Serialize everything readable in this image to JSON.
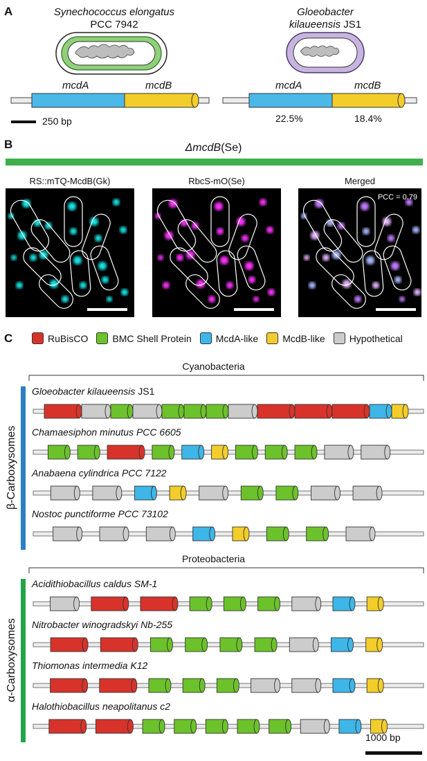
{
  "panelA": {
    "letter": "A",
    "org1_name": "Synechococcus elongatus",
    "org1_strain": "PCC 7942",
    "org2_name_1": "Gloeobacter",
    "org2_name_2": "kilaueensis",
    "org2_strain": "JS1",
    "gene1": "mcdA",
    "gene2": "mcdB",
    "identity_mcdA": "22.5%",
    "identity_mcdB": "18.4%",
    "scale": "250 bp"
  },
  "panelB": {
    "letter": "B",
    "header_gene": "ΔmcdB",
    "header_suffix": "(Se)",
    "images": [
      {
        "title": "RS::mTQ-McdB(Gk)",
        "channel": "cyan"
      },
      {
        "title": "RbcS-mO(Se)",
        "channel": "magenta"
      },
      {
        "title": "Merged",
        "channel": "merged"
      }
    ],
    "pcc": "PCC = 0.79"
  },
  "panelC": {
    "letter": "C",
    "legend": [
      {
        "label": "RuBisCO",
        "color": "#d8332b"
      },
      {
        "label": "BMC Shell Protein",
        "color": "#6cc22a"
      },
      {
        "label": "McdA-like",
        "color": "#3eb6e8"
      },
      {
        "label": "McdB-like",
        "color": "#f3cd2a"
      },
      {
        "label": "Hypothetical",
        "color": "#cccccc"
      }
    ],
    "groups": [
      {
        "bracket_label": "Cyanobacteria",
        "side_label": "β-Carboxysomes",
        "side_color": "#2b7fc4",
        "organisms": [
          {
            "name": "Gloeobacter kilaueensis",
            "suffix": " JS1",
            "genes": [
              "r",
              "h",
              "g",
              "h",
              "g",
              "g",
              "g",
              "h",
              "r",
              "r",
              "r",
              "m",
              "y"
            ]
          },
          {
            "name": "Chamaesiphon minutus PCC 6605",
            "suffix": "",
            "genes": [
              "g",
              "g",
              "r",
              "g",
              "m",
              "y",
              "g",
              "g",
              "g",
              "h",
              "h"
            ]
          },
          {
            "name": "Anabaena cylindrica PCC 7122",
            "suffix": "",
            "genes": [
              "h",
              "h",
              "m",
              "y",
              "h",
              "g",
              "g",
              "h",
              "h"
            ]
          },
          {
            "name": "Nostoc punctiforme PCC 73102",
            "suffix": "",
            "genes": [
              "h",
              "h",
              "h",
              "m",
              "y",
              "g",
              "g",
              "h"
            ]
          }
        ]
      },
      {
        "bracket_label": "Proteobacteria",
        "side_label": "α-Carboxysomes",
        "side_color": "#23a44a",
        "organisms": [
          {
            "name": "Acidithiobacillus caldus SM-1",
            "suffix": "",
            "genes": [
              "h",
              "r",
              "r",
              "g",
              "g",
              "g",
              "h",
              "m",
              "y"
            ]
          },
          {
            "name": "Nitrobacter winogradskyi Nb-255",
            "suffix": "",
            "genes": [
              "r",
              "r",
              "g",
              "g",
              "g",
              "g",
              "h",
              "m",
              "y"
            ]
          },
          {
            "name": "Thiomonas intermedia K12",
            "suffix": "",
            "genes": [
              "r",
              "r",
              "g",
              "g",
              "g",
              "h",
              "h",
              "m",
              "y"
            ]
          },
          {
            "name": "Halothiobacillus neapolitanus c2",
            "suffix": "",
            "genes": [
              "r",
              "r",
              "g",
              "g",
              "g",
              "g",
              "g",
              "h",
              "m",
              "y"
            ]
          }
        ]
      }
    ],
    "scale": "1000 bp"
  }
}
